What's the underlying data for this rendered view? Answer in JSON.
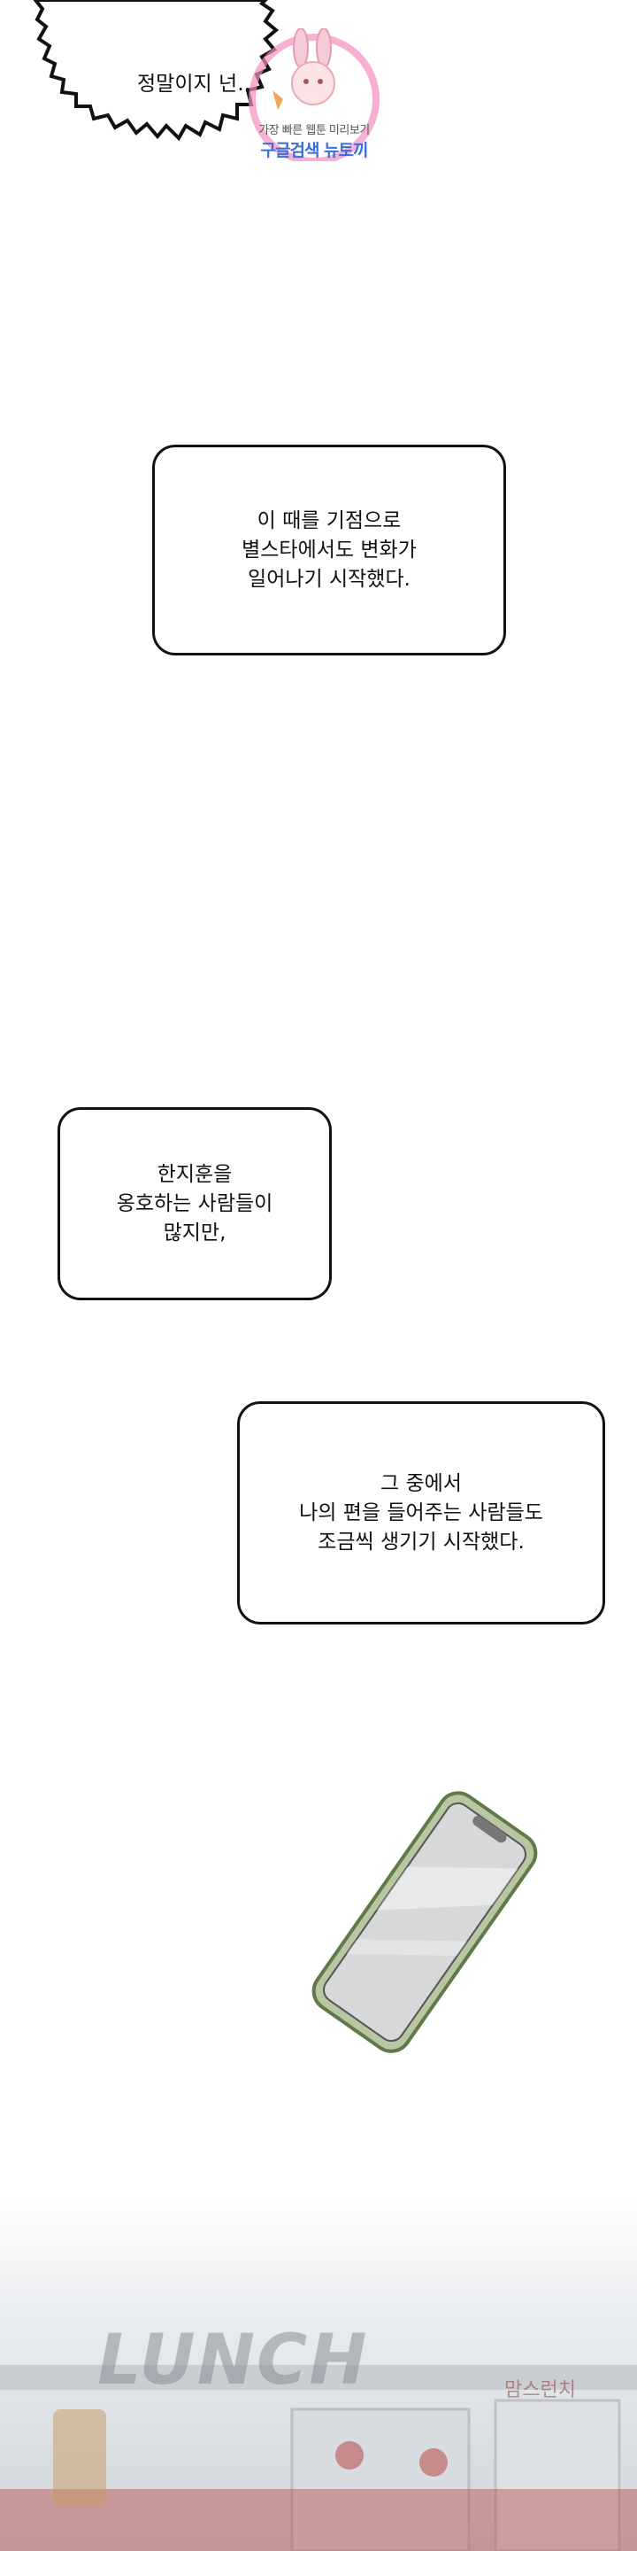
{
  "panels": {
    "burst": {
      "text": "정말이지 넌…"
    },
    "watermark": {
      "line1": "가장 빠른 웹툰 미리보기",
      "line2": "구글검색 뉴토끼"
    },
    "caption1": {
      "text": "이 때를 기점으로\n별스타에서도 변화가\n일어나기 시작했다."
    },
    "caption2": {
      "text": "한지훈을\n옹호하는 사람들이\n많지만,"
    },
    "caption3": {
      "text": "그 중에서\n나의 편을 들어주는 사람들도\n조금씩 생기기 시작했다."
    },
    "sign": {
      "left": "LUNCH",
      "right": "맘스런치"
    }
  },
  "colors": {
    "phone_frame": "#8faa73",
    "phone_screen": "#d6d8da",
    "sign_red": "#b84b48"
  }
}
